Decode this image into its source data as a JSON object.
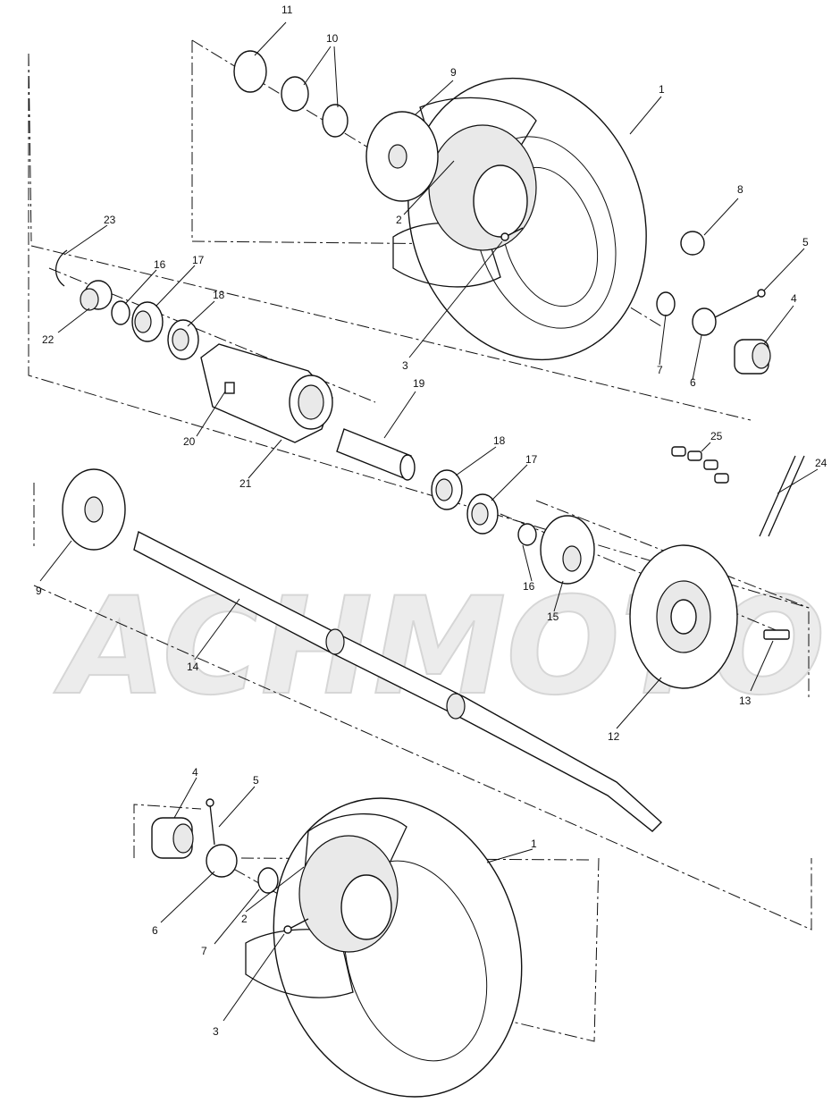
{
  "watermark": "ACHMOTO",
  "callouts": [
    {
      "id": "c11",
      "text": "11"
    },
    {
      "id": "c10",
      "text": "10"
    },
    {
      "id": "c9a",
      "text": "9"
    },
    {
      "id": "c1a",
      "text": "1"
    },
    {
      "id": "c2a",
      "text": "2"
    },
    {
      "id": "c8",
      "text": "8"
    },
    {
      "id": "c5a",
      "text": "5"
    },
    {
      "id": "c4a",
      "text": "4"
    },
    {
      "id": "c7a",
      "text": "7"
    },
    {
      "id": "c6a",
      "text": "6"
    },
    {
      "id": "c3a",
      "text": "3"
    },
    {
      "id": "c23",
      "text": "23"
    },
    {
      "id": "c16a",
      "text": "16"
    },
    {
      "id": "c17a",
      "text": "17"
    },
    {
      "id": "c18a",
      "text": "18"
    },
    {
      "id": "c22",
      "text": "22"
    },
    {
      "id": "c20",
      "text": "20"
    },
    {
      "id": "c21",
      "text": "21"
    },
    {
      "id": "c19",
      "text": "19"
    },
    {
      "id": "c18b",
      "text": "18"
    },
    {
      "id": "c17b",
      "text": "17"
    },
    {
      "id": "c25",
      "text": "25"
    },
    {
      "id": "c24",
      "text": "24"
    },
    {
      "id": "c9b",
      "text": "9"
    },
    {
      "id": "c16b",
      "text": "16"
    },
    {
      "id": "c15",
      "text": "15"
    },
    {
      "id": "c14",
      "text": "14"
    },
    {
      "id": "c13",
      "text": "13"
    },
    {
      "id": "c12",
      "text": "12"
    },
    {
      "id": "c4b",
      "text": "4"
    },
    {
      "id": "c5b",
      "text": "5"
    },
    {
      "id": "c1b",
      "text": "1"
    },
    {
      "id": "c6b",
      "text": "6"
    },
    {
      "id": "c7b",
      "text": "7"
    },
    {
      "id": "c2b",
      "text": "2"
    },
    {
      "id": "c3b",
      "text": "3"
    }
  ]
}
